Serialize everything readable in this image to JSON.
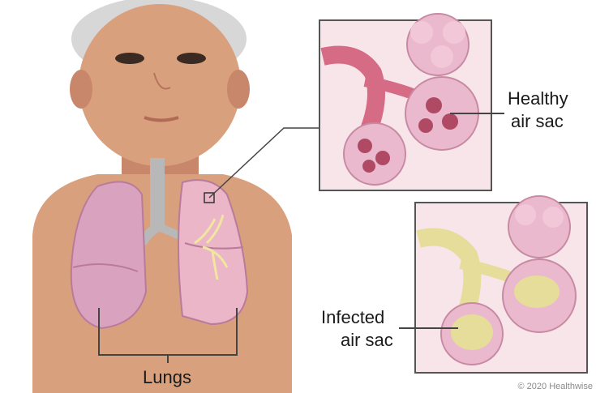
{
  "labels": {
    "lungs": "Lungs",
    "healthy_line1": "Healthy",
    "healthy_line2": "air sac",
    "infected_line1": "Infected",
    "infected_line2": "air sac"
  },
  "copyright": "© 2020 Healthwise",
  "colors": {
    "skin": "#d9a07e",
    "skin_shadow": "#c8876a",
    "lung": "#d9a3c0",
    "lung_shadow": "#b97a9c",
    "trachea": "#b8b8b8",
    "alveoli": "#ebb9cd",
    "alveoli_dark": "#b04a64",
    "infection": "#e6dd9a",
    "inset_bg": "#f7e5ea"
  }
}
